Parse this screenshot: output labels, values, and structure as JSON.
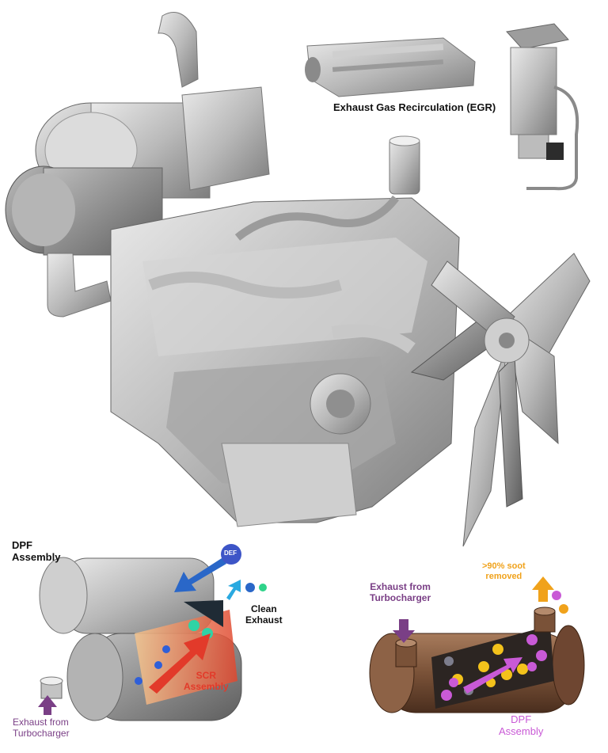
{
  "egr": {
    "label": "Exhaust Gas Recirculation (EGR)"
  },
  "dpf_left": {
    "title_line1": "DPF",
    "title_line2": "Assembly",
    "def_badge": "DEF",
    "clean_line1": "Clean",
    "clean_line2": "Exhaust",
    "scr_line1": "SCR",
    "scr_line2": "Assembly",
    "exhaust_line1": "Exhaust from",
    "exhaust_line2": "Turbocharger"
  },
  "dpf_right": {
    "exhaust_line1": "Exhaust from",
    "exhaust_line2": "Turbocharger",
    "soot_line1": ">90% soot",
    "soot_line2": "removed",
    "title_line1": "DPF",
    "title_line2": "Assembly"
  },
  "colors": {
    "purple": "#7a3f86",
    "red": "#e23a2a",
    "orange": "#f0a21b",
    "magenta": "#c95ad6",
    "def_blue": "#3d55c7",
    "arrow_blue": "#2a67c8",
    "teal_arrow": "#2aa9e0"
  }
}
